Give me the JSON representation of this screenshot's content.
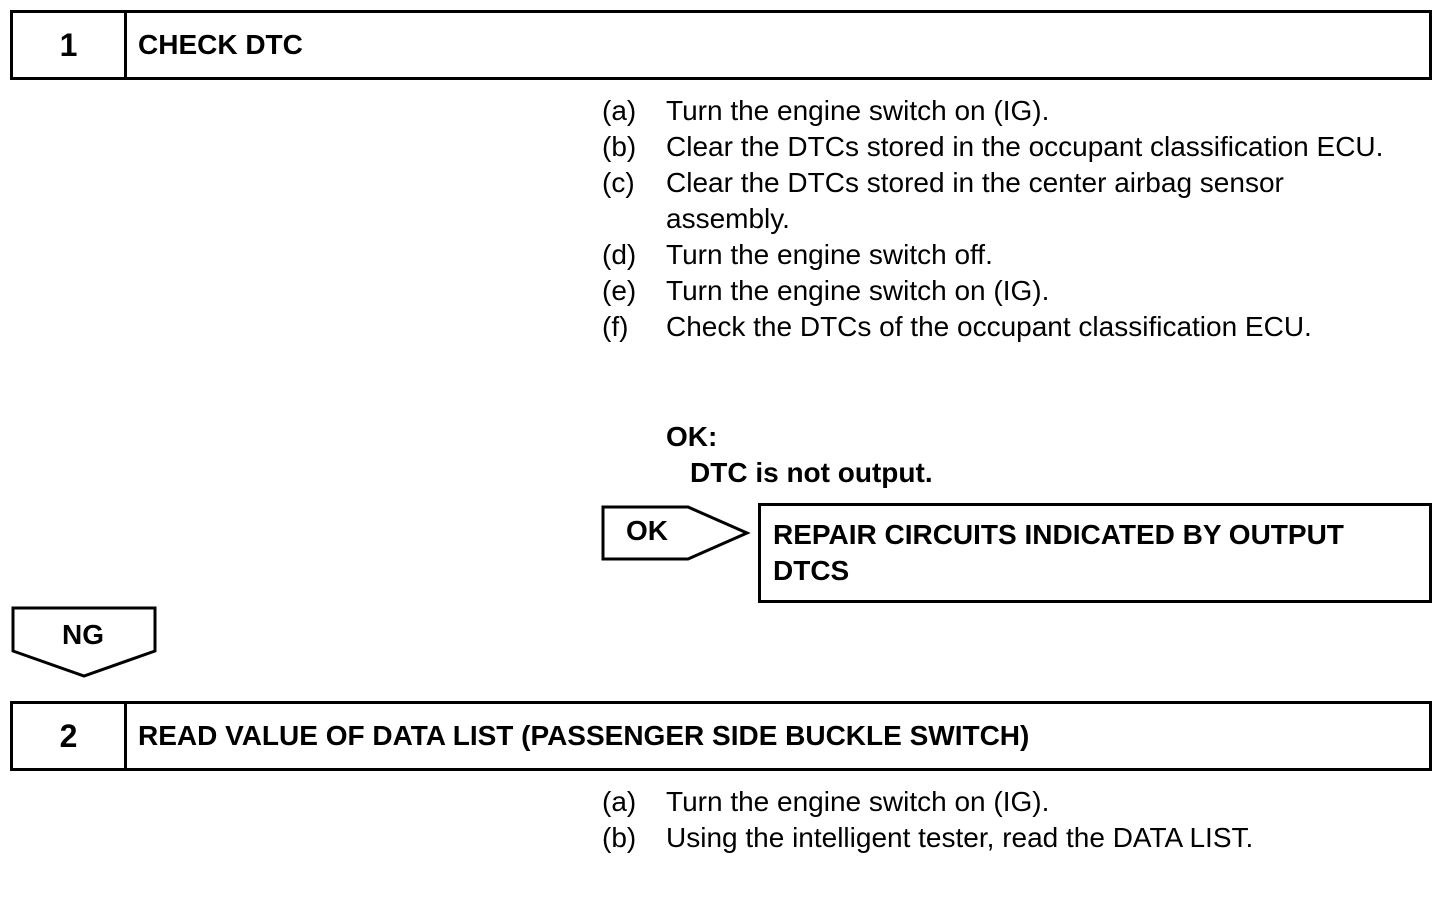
{
  "step1": {
    "number": "1",
    "title": "CHECK DTC",
    "steps": [
      {
        "letter": "(a)",
        "text": "Turn the engine switch on (IG)."
      },
      {
        "letter": "(b)",
        "text": "Clear the DTCs stored in the occupant classification ECU."
      },
      {
        "letter": "(c)",
        "text": "Clear the DTCs stored in the center airbag sensor assembly."
      },
      {
        "letter": "(d)",
        "text": "Turn the engine switch off."
      },
      {
        "letter": "(e)",
        "text": "Turn the engine switch on (IG)."
      },
      {
        "letter": "(f)",
        "text": "Check the DTCs of the occupant classification ECU."
      }
    ],
    "ok_heading": "OK:",
    "ok_result": "DTC is not output.",
    "ok_arrow_label": "OK",
    "repair_text": "REPAIR CIRCUITS INDICATED BY OUTPUT DTCS"
  },
  "ng_arrow_label": "NG",
  "step2": {
    "number": "2",
    "title": "READ VALUE OF DATA LIST (PASSENGER SIDE BUCKLE SWITCH)",
    "steps": [
      {
        "letter": "(a)",
        "text": "Turn the engine switch on (IG)."
      },
      {
        "letter": "(b)",
        "text": "Using the intelligent tester, read the DATA LIST."
      }
    ]
  }
}
